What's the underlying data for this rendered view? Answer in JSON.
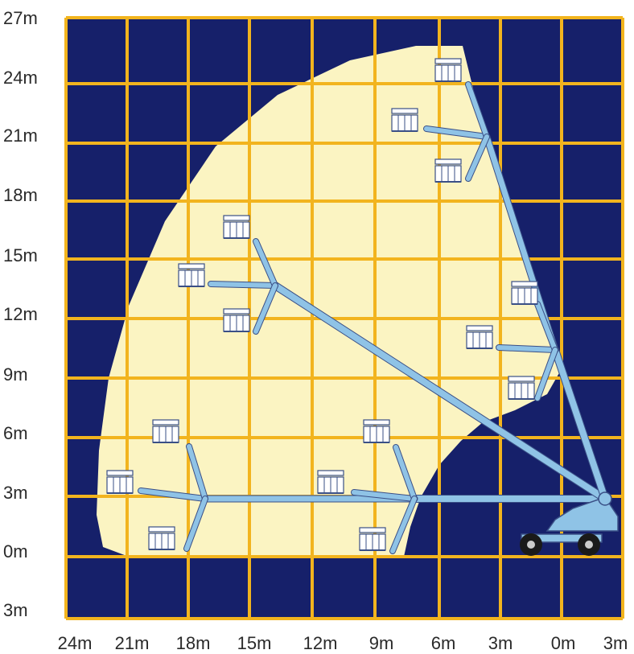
{
  "y_axis": {
    "labels": [
      "27m",
      "24m",
      "21m",
      "18m",
      "15m",
      "12m",
      "9m",
      "6m",
      "3m",
      "0m",
      "3m"
    ]
  },
  "x_axis": {
    "labels": [
      "24m",
      "21m",
      "18m",
      "15m",
      "12m",
      "9m",
      "6m",
      "3m",
      "0m",
      "3m"
    ]
  },
  "colors": {
    "grid_background": "#16206a",
    "grid_lines": "#f2b41e",
    "working_envelope": "#fbf4c2",
    "boom": "#8fc3e6",
    "boom_outline": "#3a4f86",
    "basket": "#ffffff",
    "wheels": "#1a1a1a"
  },
  "icons": {
    "machine": "articulating-boom-lift-icon",
    "basket": "work-platform-basket-icon"
  }
}
